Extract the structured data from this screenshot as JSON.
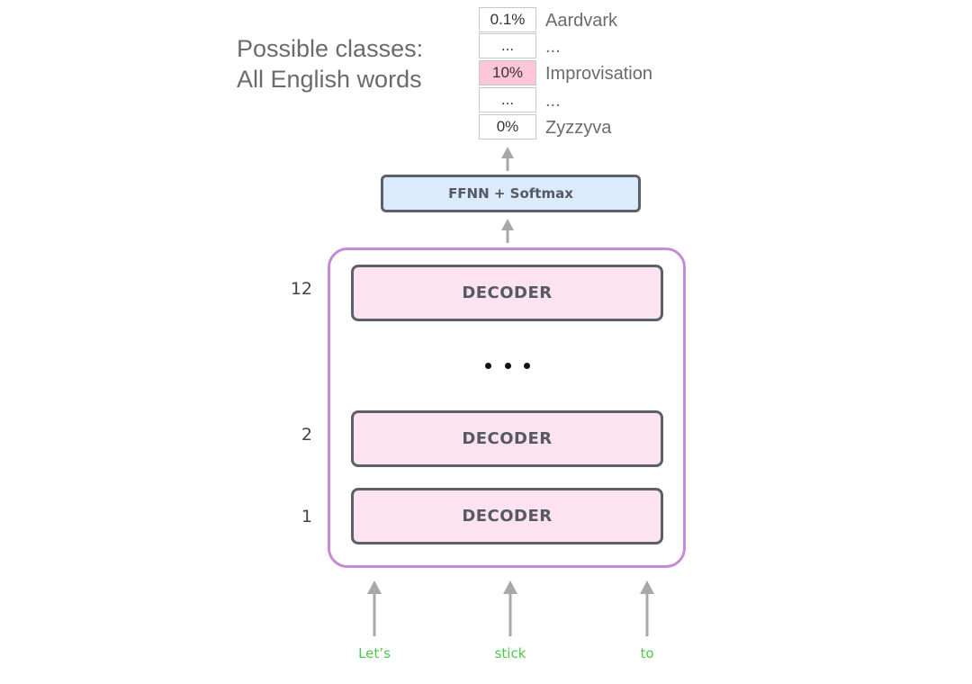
{
  "classes_heading": {
    "line1": "Possible classes:",
    "line2": "All English words"
  },
  "output_table": [
    {
      "prob": "0.1%",
      "word": "Aardvark",
      "highlight": false
    },
    {
      "prob": "...",
      "word": "...",
      "highlight": false
    },
    {
      "prob": "10%",
      "word": "Improvisation",
      "highlight": true
    },
    {
      "prob": "...",
      "word": "...",
      "highlight": false
    },
    {
      "prob": "0%",
      "word": "Zyzzyva",
      "highlight": false
    }
  ],
  "ffnn_label": "FFNN + Softmax",
  "decoders": [
    {
      "layer": "12",
      "label": "DECODER"
    },
    {
      "layer": "2",
      "label": "DECODER"
    },
    {
      "layer": "1",
      "label": "DECODER"
    }
  ],
  "input_tokens": [
    "Let’s",
    "stick",
    "to"
  ],
  "colors": {
    "decoder_fill": "#fde3ef",
    "stack_border": "#c78ad8",
    "ffnn_fill": "#dcebfb",
    "highlight_cell": "#ffc5d9",
    "token_text": "#4cc94c",
    "arrow_gray": "#a8a8a8",
    "arrow_dark": "#5c6068"
  }
}
